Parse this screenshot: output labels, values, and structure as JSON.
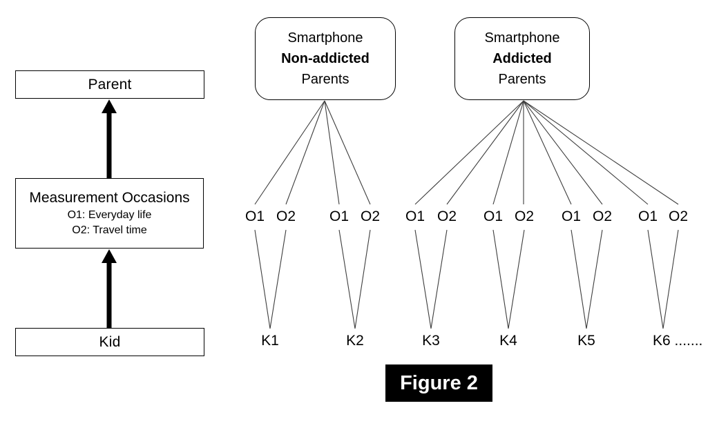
{
  "figure": {
    "caption": "Figure 2",
    "caption_bg": "#000000",
    "caption_text_color": "#ffffff"
  },
  "left_panel": {
    "parent_box_label": "Parent",
    "measurement_box": {
      "title": "Measurement Occasions",
      "occasion1": "O1: Everyday life",
      "occasion2": "O2: Travel time"
    },
    "kid_box_label": "Kid"
  },
  "right_panel": {
    "group_boxes": [
      {
        "line1": "Smartphone",
        "line2": "Non-addicted",
        "line3": "Parents"
      },
      {
        "line1": "Smartphone",
        "line2": "Addicted",
        "line3": "Parents"
      }
    ],
    "occasion_labels": [
      "O1",
      "O2",
      "O1",
      "O2",
      "O1",
      "O2",
      "O1",
      "O2",
      "O1",
      "O2",
      "O1",
      "O2"
    ],
    "kid_labels": [
      "K1",
      "K2",
      "K3",
      "K4",
      "K5",
      "K6 ......."
    ]
  },
  "colors": {
    "border": "#000000",
    "text": "#000000",
    "connector_line": "#3d3d3d",
    "arrow": "#000000",
    "background": "#ffffff"
  }
}
